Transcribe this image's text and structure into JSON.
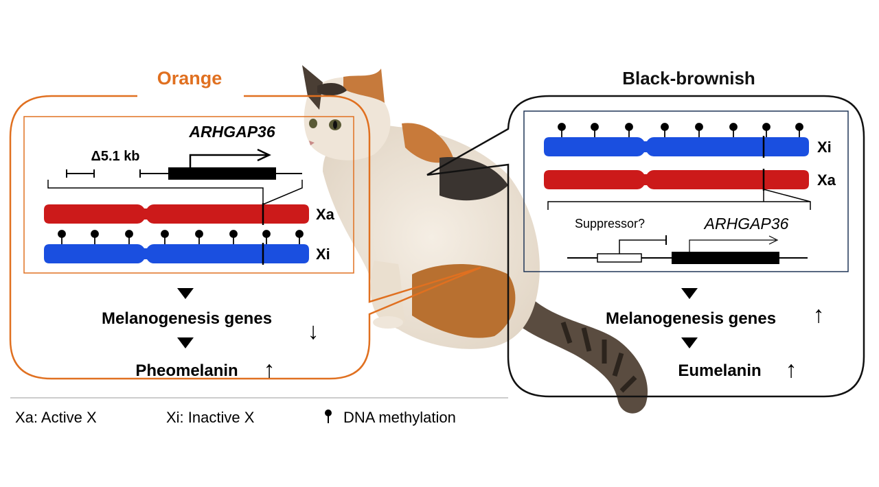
{
  "left_panel": {
    "title": "Orange",
    "gene_name": "ARHGAP36",
    "deletion_label": "Δ5.1 kb",
    "xa_label": "Xa",
    "xi_label": "Xi",
    "step1": "Melanogenesis genes",
    "step1_arrow": "↓",
    "step2": "Pheomelanin",
    "step2_arrow": "↑",
    "accent_color": "#e07020"
  },
  "right_panel": {
    "title": "Black-brownish",
    "gene_name": "ARHGAP36",
    "suppressor_label": "Suppressor?",
    "xi_label": "Xi",
    "xa_label": "Xa",
    "step1": "Melanogenesis genes",
    "step1_arrow": "↑",
    "step2": "Eumelanin",
    "step2_arrow": "↑"
  },
  "legend": {
    "xa": "Xa: Active X",
    "xi": "Xi: Inactive X",
    "methylation": "DNA methylation",
    "methylation_icon": "lollipop-icon"
  },
  "colors": {
    "active_x": "#cc1a1a",
    "inactive_x": "#1a4fe0",
    "orange": "#e07020",
    "navy_frame": "#1f3557"
  }
}
